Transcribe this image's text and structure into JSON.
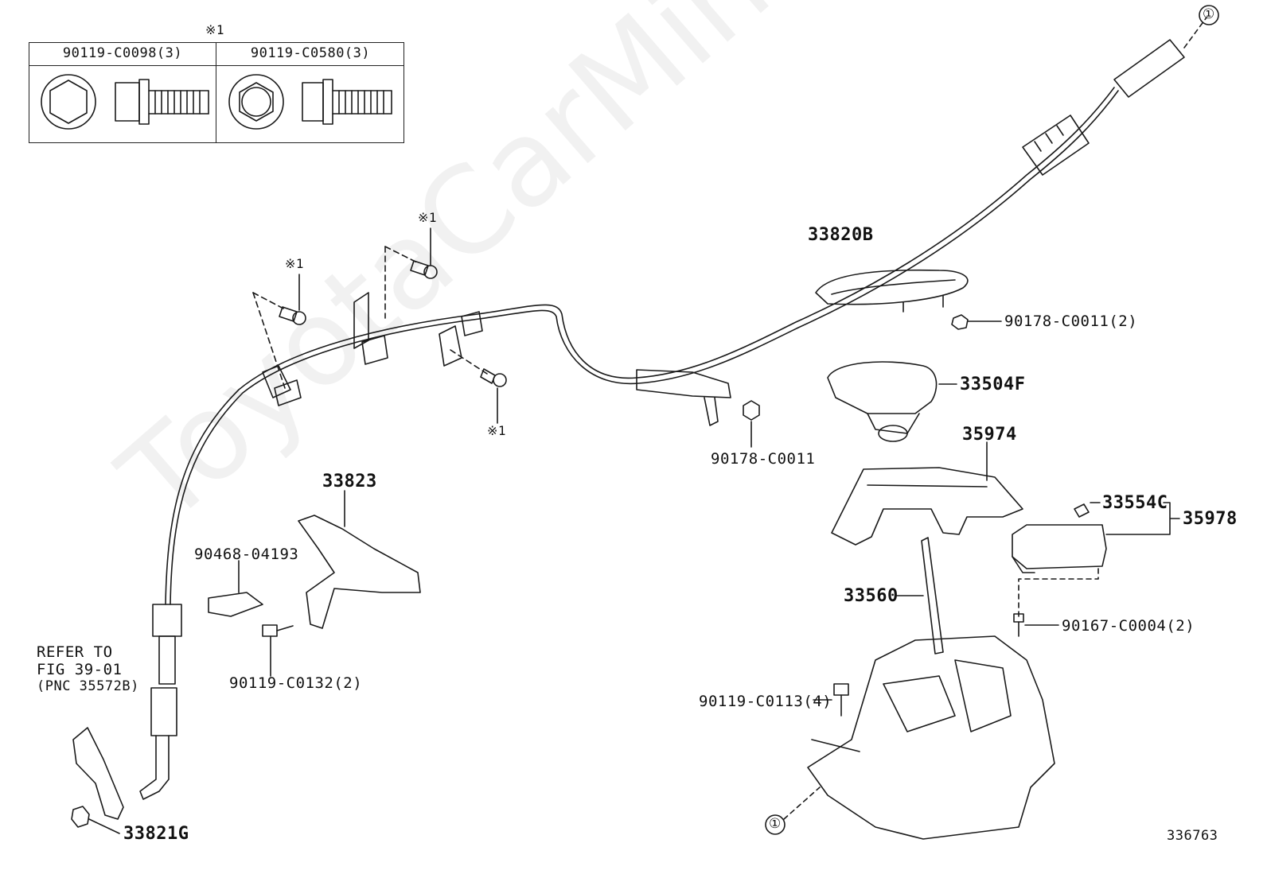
{
  "diagram": {
    "figure_number": "336763",
    "watermark": "ToyotaCarMine.ru",
    "reference_table": {
      "mark": "※1",
      "col1": "90119-C0098(3)",
      "col2": "90119-C0580(3)"
    },
    "markers": {
      "bolt_mark": "※1",
      "connector": "①"
    },
    "labels": {
      "cable": "33820B",
      "nut_pair": "90178-C0011(2)",
      "knob": "33504F",
      "nut_single": "90178-C0011",
      "housing": "35974",
      "clip": "33554C",
      "assy": "35978",
      "bracket": "33823",
      "retainer": "90468-04193",
      "bolt_bracket": "90119-C0132(2)",
      "lever": "33560",
      "bolt_assy": "90167-C0004(2)",
      "bolt_base": "90119-C0113(4)",
      "bushing": "33821G"
    },
    "refer_note": {
      "line1": "REFER TO",
      "line2": "FIG 39-01",
      "line3": "(PNC 35572B)"
    }
  }
}
